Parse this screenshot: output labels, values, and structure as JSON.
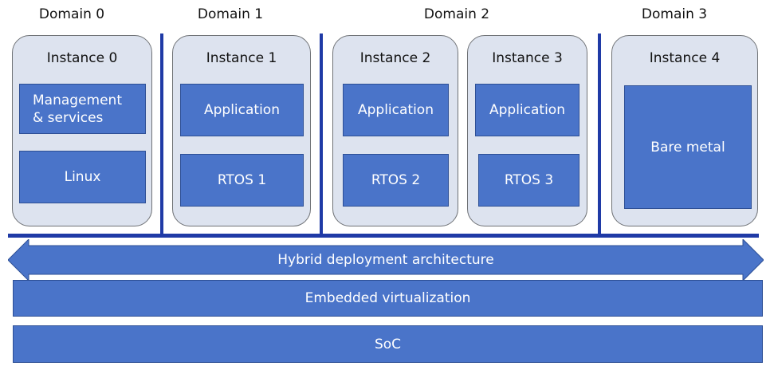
{
  "domains": [
    "Domain 0",
    "Domain 1",
    "Domain 2",
    "Domain 3"
  ],
  "instances": [
    {
      "title": "Instance 0",
      "blocks": [
        "Management & services",
        "Linux"
      ]
    },
    {
      "title": "Instance 1",
      "blocks": [
        "Application",
        "RTOS 1"
      ]
    },
    {
      "title": "Instance 2",
      "blocks": [
        "Application",
        "RTOS 2"
      ]
    },
    {
      "title": "Instance 3",
      "blocks": [
        "Application",
        "RTOS 3"
      ]
    },
    {
      "title": "Instance 4",
      "blocks": [
        "Bare metal"
      ]
    }
  ],
  "arrow_label": "Hybrid deployment architecture",
  "virtualization_label": "Embedded virtualization",
  "soc_label": "SoC",
  "colors": {
    "block_fill": "#4a74c9",
    "instance_fill": "#dde3ef",
    "divider": "#1f3aa6"
  }
}
